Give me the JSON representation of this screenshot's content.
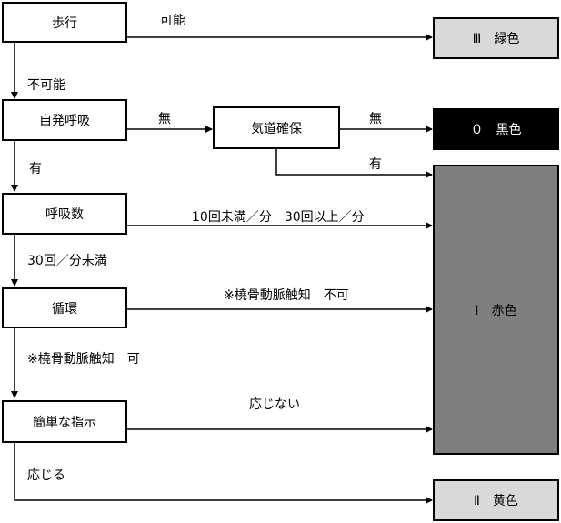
{
  "steps": {
    "walk": "歩行",
    "spont_breath": "自発呼吸",
    "airway": "気道確保",
    "resp_rate": "呼吸数",
    "circulation": "循環",
    "simple_instr": "簡単な指示"
  },
  "categories": {
    "green": "Ⅲ　緑色",
    "black": "０　黒色",
    "red": "Ⅰ　赤色",
    "yellow": "Ⅱ　黄色"
  },
  "edge_labels": {
    "walk_possible": "可能",
    "walk_impossible": "不可能",
    "breath_none": "無",
    "airway_none": "無",
    "airway_yes": "有",
    "breath_yes": "有",
    "resp_abnormal": "10回未満／分　30回以上／分",
    "resp_normal": "30回／分未満",
    "pulse_absent": "※橈骨動脈触知　不可",
    "pulse_present": "※橈骨動脈触知　可",
    "no_response": "応じない",
    "responds": "応じる"
  },
  "colors": {
    "green_fill": "#d9d9d9",
    "black_fill": "#000000",
    "red_fill": "#7f7f7f",
    "yellow_fill": "#d9d9d9"
  }
}
